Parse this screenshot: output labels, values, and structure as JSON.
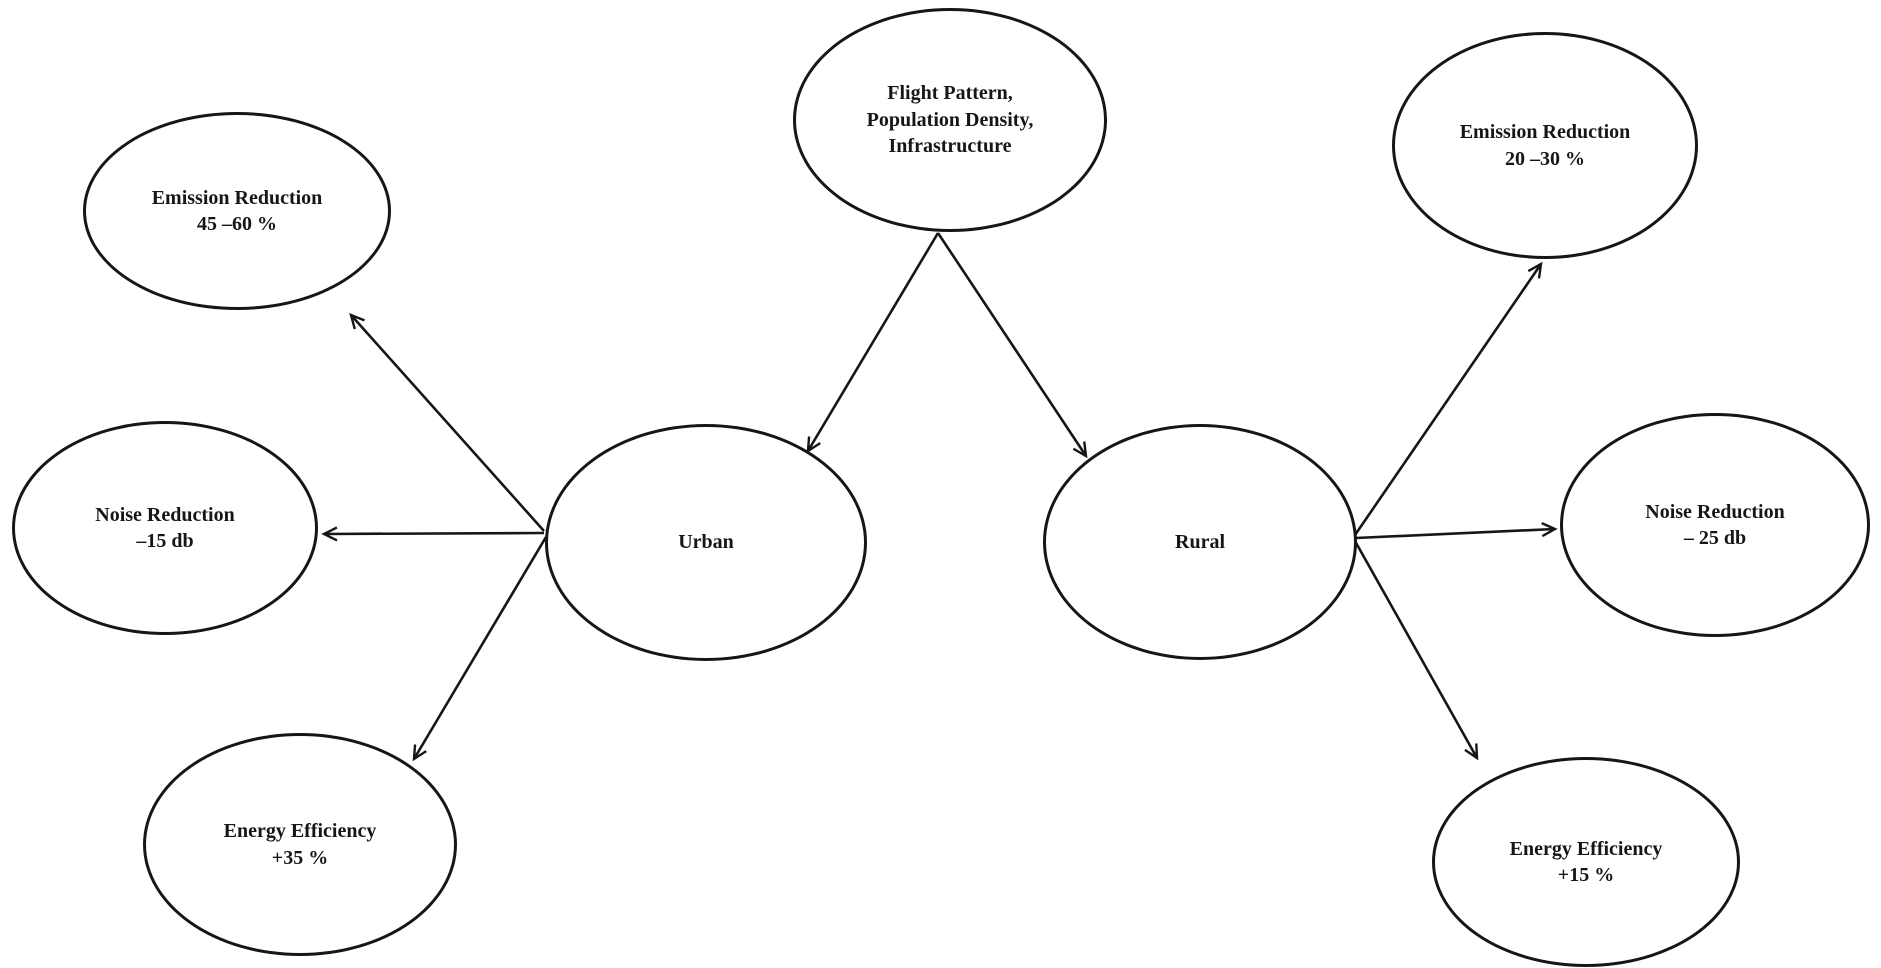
{
  "figure": {
    "background_color": "#ffffff",
    "stroke_color": "#161616",
    "nodes": {
      "flight": {
        "lines": [
          "Flight Pattern,",
          "Population Density,",
          "Infrastructure"
        ]
      },
      "urban": {
        "lines": [
          "Urban"
        ]
      },
      "rural": {
        "lines": [
          "Rural"
        ]
      },
      "emission_urban": {
        "lines": [
          "Emission Reduction",
          "45 –60 %"
        ]
      },
      "noise_urban": {
        "lines": [
          "Noise Reduction",
          "–15 db"
        ]
      },
      "energy_urban": {
        "lines": [
          "Energy Efficiency",
          "+35 %"
        ]
      },
      "emission_rural": {
        "lines": [
          "Emission Reduction",
          "20 –30 %"
        ]
      },
      "noise_rural": {
        "lines": [
          "Noise Reduction",
          "– 25 db"
        ]
      },
      "energy_rural": {
        "lines": [
          "Energy Efficiency",
          "+15 %"
        ]
      }
    },
    "edges": [
      {
        "from": "Flight Pattern, Population Density, Infrastructure",
        "to": "Urban"
      },
      {
        "from": "Flight Pattern, Population Density, Infrastructure",
        "to": "Rural"
      },
      {
        "from": "Urban",
        "to": "Emission Reduction 45 –60 %"
      },
      {
        "from": "Urban",
        "to": "Noise Reduction –15 db"
      },
      {
        "from": "Urban",
        "to": "Energy Efficiency +35 %"
      },
      {
        "from": "Rural",
        "to": "Emission Reduction 20 –30 %"
      },
      {
        "from": "Rural",
        "to": "Noise Reduction – 25 db"
      },
      {
        "from": "Rural",
        "to": "Energy Efficiency +15 %"
      }
    ]
  }
}
